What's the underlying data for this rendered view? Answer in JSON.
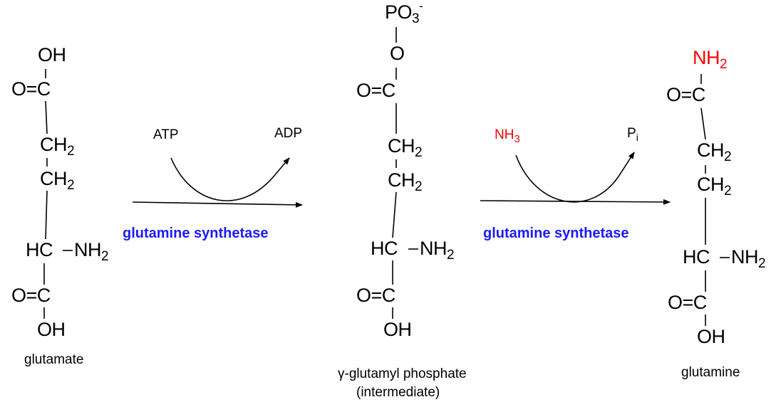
{
  "glutamate": {
    "oh_top": "OH",
    "carbonyl": "O=C",
    "ch2_a": "CH",
    "ch2_a_sub": "2",
    "ch2_b": "CH",
    "ch2_b_sub": "2",
    "alpha": "HC",
    "alpha_amine": "NH",
    "alpha_amine_sub": "2",
    "carboxyl": "O=C",
    "oh_bottom": "OH",
    "caption": "glutamate"
  },
  "reaction1": {
    "cofactor_in": "ATP",
    "cofactor_out": "ADP",
    "enzyme": "glutamine synthetase"
  },
  "intermediate": {
    "phosphate": "PO",
    "phosphate_sub": "3",
    "phosphate_sup": "-",
    "ester_o": "O",
    "carbonyl": "O=C",
    "ch2_a": "CH",
    "ch2_a_sub": "2",
    "ch2_b": "CH",
    "ch2_b_sub": "2",
    "alpha": "HC",
    "alpha_amine": "NH",
    "alpha_amine_sub": "2",
    "carboxyl": "O=C",
    "oh_bottom": "OH",
    "caption_line1": "γ-glutamyl phosphate",
    "caption_line2": "(intermediate)"
  },
  "reaction2": {
    "reactant_in": "NH",
    "reactant_in_sub": "3",
    "product_out": "P",
    "product_out_sub": "i",
    "enzyme": "glutamine synthetase"
  },
  "glutamine": {
    "amide": "NH",
    "amide_sub": "2",
    "carbonyl": "O=C",
    "ch2_a": "CH",
    "ch2_a_sub": "2",
    "ch2_b": "CH",
    "ch2_b_sub": "2",
    "alpha": "HC",
    "alpha_amine": "NH",
    "alpha_amine_sub": "2",
    "carboxyl": "O=C",
    "oh_bottom": "OH",
    "caption": "glutamine"
  },
  "colors": {
    "enzyme": "#1a1aff",
    "nitrogen_highlight": "#ff0000",
    "text": "#000000"
  }
}
